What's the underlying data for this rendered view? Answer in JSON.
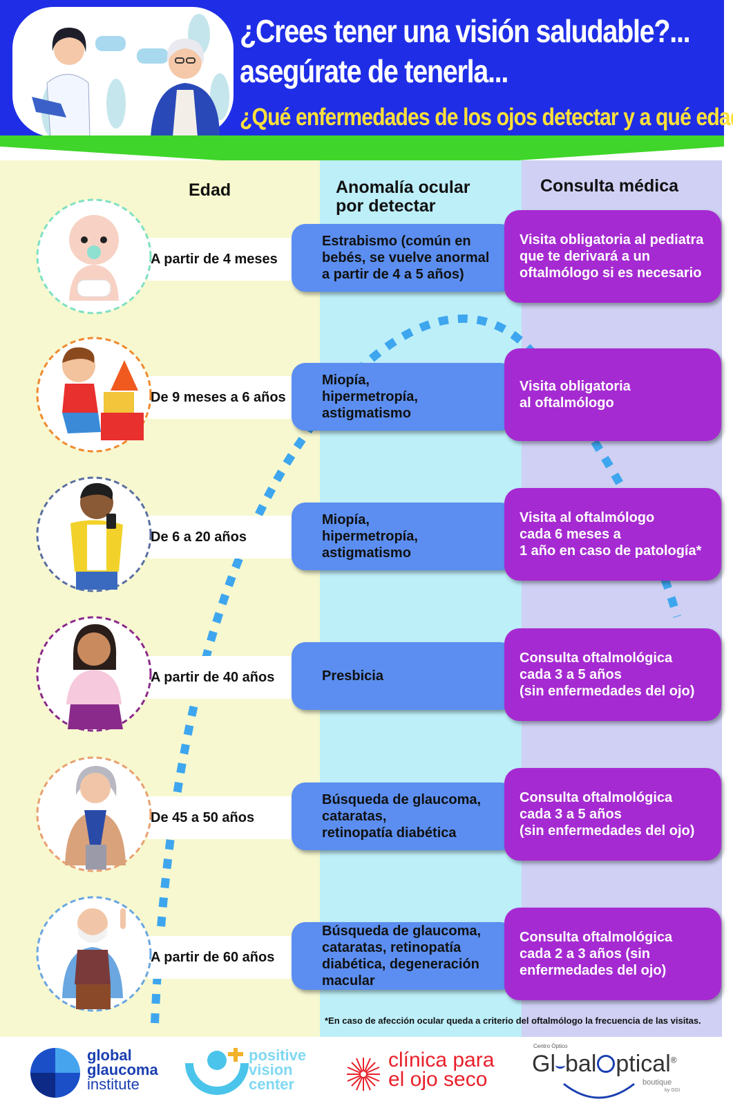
{
  "header": {
    "title_line1": "¿Crees tener una visión saludable?...",
    "title_line2": "asegúrate de tenerla...",
    "subtitle": "¿Qué enfermedades de los ojos detectar y a qué edad?"
  },
  "columns": {
    "edad": "Edad",
    "anomalia": "Anomalía ocular\npor detectar",
    "consulta": "Consulta médica"
  },
  "rows": [
    {
      "age": "A partir de 4 meses",
      "anomaly": "Estrabismo (común en\nbebés, se vuelve anormal\na partir de 4 a 5 años)",
      "consult": "Visita obligatoria al pediatra\nque te derivará a un\noftalmólogo si es necesario",
      "icon": "baby-icon",
      "ring_color": "#7fe0c2"
    },
    {
      "age": "De 9 meses a 6 años",
      "anomaly": "Miopía,\nhipermetropía,\nastigmatismo",
      "consult": "Visita obligatoria\nal oftalmólogo",
      "icon": "child-with-blocks-icon",
      "ring_color": "#f08a2e"
    },
    {
      "age": "De 6 a 20 años",
      "anomaly": "Miopía,\nhipermetropía,\nastigmatismo",
      "consult": "Visita al oftalmólogo\ncada 6 meses a\n1 año en caso de patología*",
      "icon": "teen-with-phone-icon",
      "ring_color": "#5a6fa0"
    },
    {
      "age": "A partir de 40 años",
      "anomaly": "Presbicia",
      "consult": "Consulta oftalmológica\ncada 3 a 5 años\n(sin enfermedades del ojo)",
      "icon": "woman-icon",
      "ring_color": "#8a2a8a"
    },
    {
      "age": "De 45 a 50 años",
      "anomaly": "Búsqueda de glaucoma,\ncataratas,\nretinopatía diabética",
      "consult": "Consulta oftalmológica\ncada 3 a 5 años\n(sin enfermedades del ojo)",
      "icon": "older-woman-icon",
      "ring_color": "#e8a070"
    },
    {
      "age": "A partir de 60 años",
      "anomaly": "Búsqueda de glaucoma,\ncataratas, retinopatía\ndiabética, degeneración\nmacular",
      "consult": "Consulta oftalmológica\ncada 2 a 3 años (sin\nenfermedades del ojo)",
      "icon": "elderly-man-icon",
      "ring_color": "#6aa6e0"
    }
  ],
  "footnote": "*En caso de afección ocular queda a criterio del oftalmólogo la frecuencia de las visitas.",
  "footer": {
    "ggi": {
      "l1": "global",
      "l2": "glaucoma",
      "l3": "institute"
    },
    "pvc": {
      "l1": "positive",
      "l2": "vision",
      "l3": "center"
    },
    "clinica": {
      "l1": "clínica para",
      "l2": "el ojo seco"
    },
    "go": {
      "small": "Centro Óptico",
      "name_a": "Gl",
      "name_b": "bal",
      "name_c": "ptical",
      "reg": "®",
      "sub": "boutique",
      "by": "by GGI"
    }
  },
  "colors": {
    "header_blue": "#1f2ee6",
    "green": "#3fd52a",
    "subtitle_yellow": "#ffe13a",
    "anomaly_blue": "#5b8ef0",
    "consult_purple": "#a62ad1",
    "dot_blue": "#3ea6ee"
  }
}
